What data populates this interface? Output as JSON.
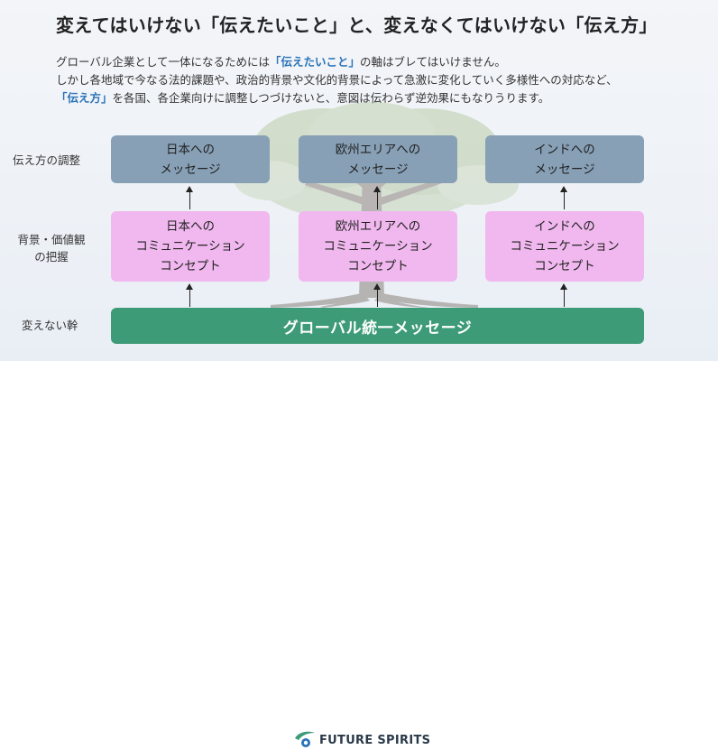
{
  "title": "変えてはいけない「伝えたいこと」と、変えなくてはいけない「伝え方」",
  "description": {
    "line1_pre": "グローバル企業として一体になるためには",
    "line1_hl": "「伝えたいこと」",
    "line1_post": "の軸はブレてはいけません。",
    "line2": "しかし各地域で今なる法的課題や、政治的背景や文化的背景によって急激に変化していく多様性への対応など、",
    "line3_hl": "「伝え方」",
    "line3_post": "を各国、各企業向けに調整しつづけないと、意図は伝わらず逆効果にもなりうります。"
  },
  "row_labels": {
    "adjust": "伝え方の調整",
    "background_line1": "背景・価値観",
    "background_line2": "の把握",
    "trunk": "変えない幹"
  },
  "messages": [
    {
      "line1": "日本への",
      "line2": "メッセージ"
    },
    {
      "line1": "欧州エリアへの",
      "line2": "メッセージ"
    },
    {
      "line1": "インドへの",
      "line2": "メッセージ"
    }
  ],
  "concepts": [
    {
      "line1": "日本への",
      "line2": "コミュニケーション",
      "line3": "コンセプト"
    },
    {
      "line1": "欧州エリアへの",
      "line2": "コミュニケーション",
      "line3": "コンセプト"
    },
    {
      "line1": "インドへの",
      "line2": "コミュニケーション",
      "line3": "コンセプト"
    }
  ],
  "trunk_label": "グローバル統一メッセージ",
  "logo_text": "FUTURE SPIRITS",
  "colors": {
    "message_box": "#87a0b6",
    "concept_box": "#f0b8ee",
    "trunk_bar": "#3d9b77",
    "highlight": "#2a73b8"
  }
}
